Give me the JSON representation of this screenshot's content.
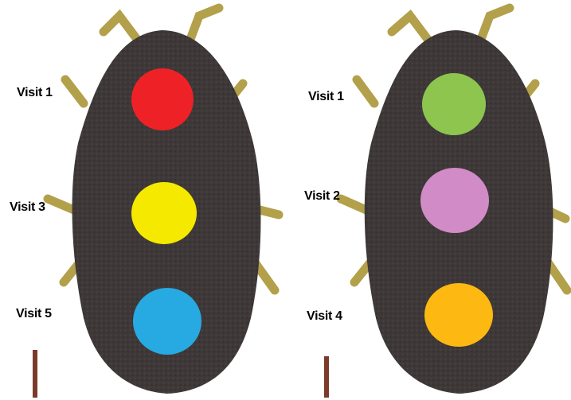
{
  "panels": [
    {
      "id": "left",
      "spots": [
        {
          "label": "Visit 1",
          "color": "#ee2226"
        },
        {
          "label": "Visit 3",
          "color": "#f5e900"
        },
        {
          "label": "Visit 5",
          "color": "#27aae1"
        }
      ]
    },
    {
      "id": "right",
      "spots": [
        {
          "label": "Visit 1",
          "color": "#8dc54f"
        },
        {
          "label": "Visit 2",
          "color": "#d18bc6"
        },
        {
          "label": "Visit 4",
          "color": "#fdb812"
        }
      ]
    }
  ],
  "colors": {
    "beetle_body": "#3e3838",
    "beetle_legs": "#b3a04a",
    "scale_bar": "#7a3b2a"
  }
}
